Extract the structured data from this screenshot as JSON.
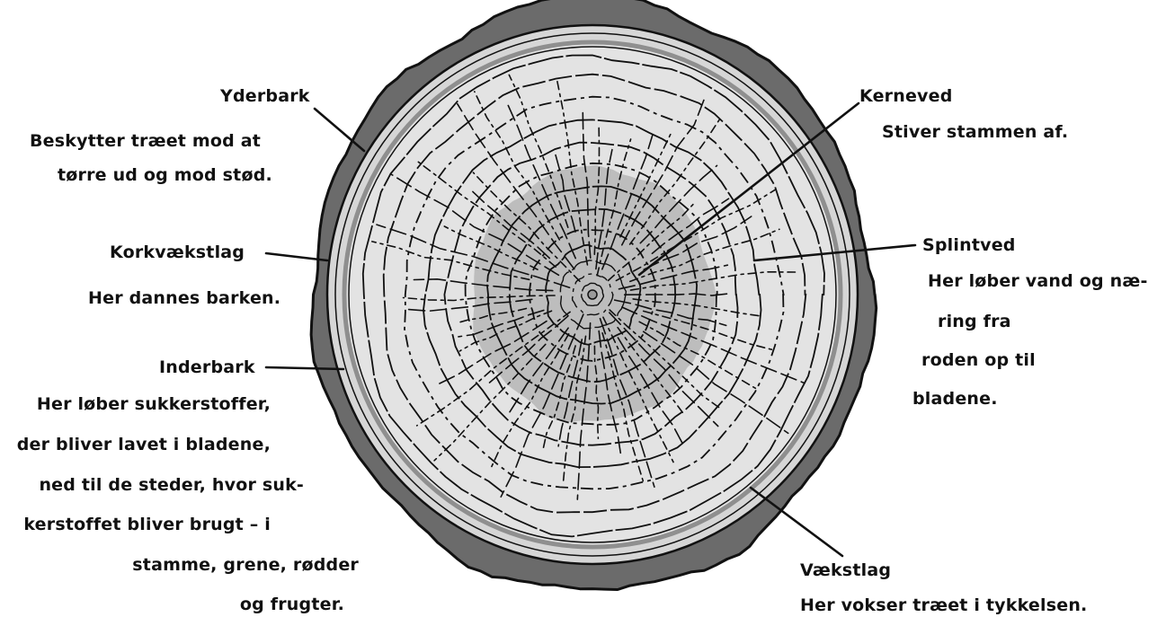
{
  "labels": {
    "yderbark": {
      "name": "Yderbark",
      "desc": [
        "Beskytter træet mod at",
        "tørre ud og mod stød."
      ]
    },
    "korkvaekstlag": {
      "name": "Korkvækstlag",
      "desc": [
        "Her dannes barken."
      ]
    },
    "inderbark": {
      "name": "Inderbark",
      "desc": [
        "Her løber sukkerstoffer,",
        "der bliver lavet i bladene,",
        "ned til de steder, hvor suk-",
        "kerstoffet bliver brugt – i",
        "stamme, grene, rødder",
        "og frugter."
      ]
    },
    "kerneved": {
      "name": "Kerneved",
      "desc": [
        "Stiver stammen af."
      ]
    },
    "splintved": {
      "name": "Splintved",
      "desc": [
        "Her løber vand og næ-",
        "ring fra",
        "roden op til",
        "bladene."
      ]
    },
    "vaekstlag": {
      "name": "Vækstlag",
      "desc": [
        "Her vokser træet i tykkelsen."
      ]
    }
  },
  "colors": {
    "bark": "#6b6b6b",
    "sapwood": "#e3e3e3",
    "heartwood": "#bdbdbd",
    "cambium": "#8f8f8f",
    "ink": "#111111"
  }
}
